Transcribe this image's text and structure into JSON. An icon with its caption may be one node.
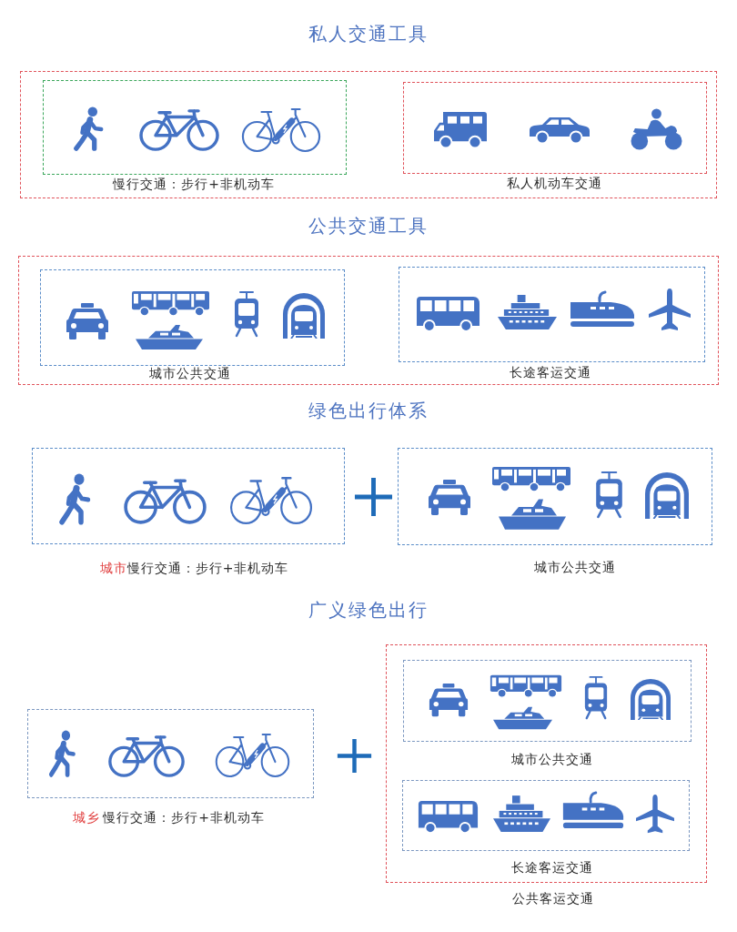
{
  "diagram": {
    "nodes": [
      {
        "text": [],
        "shape": "box"
      },
      {
        "text": [
          "慢行交通：步行+非机动车"
        ],
        "in": 0
      },
      {
        "text": [
          "私人机动车交通"
        ],
        "in": 0
      },
      {
        "text": [],
        "shape": "box"
      },
      {
        "text": [
          "城市公共交通"
        ],
        "in": 3
      },
      {
        "text": [
          "长途客运交通"
        ],
        "in": 3
      },
      {
        "text": [
          "城市",
          "慢行交通：步行+非机动车"
        ]
      },
      {
        "text": [
          "城市公共交通"
        ]
      },
      {
        "text": [
          "城乡",
          "慢行交通：步行+非机动车"
        ]
      },
      {
        "text": [
          "公共客运交通"
        ]
      },
      {
        "text": [
          "城市公共交通"
        ],
        "in": 9
      },
      {
        "text": [
          "长途客运交通"
        ],
        "in": 9
      }
    ],
    "labels": [
      "私人交通工具",
      "公共交通工具",
      "绿色出行体系",
      "广义绿色出行"
    ]
  }
}
